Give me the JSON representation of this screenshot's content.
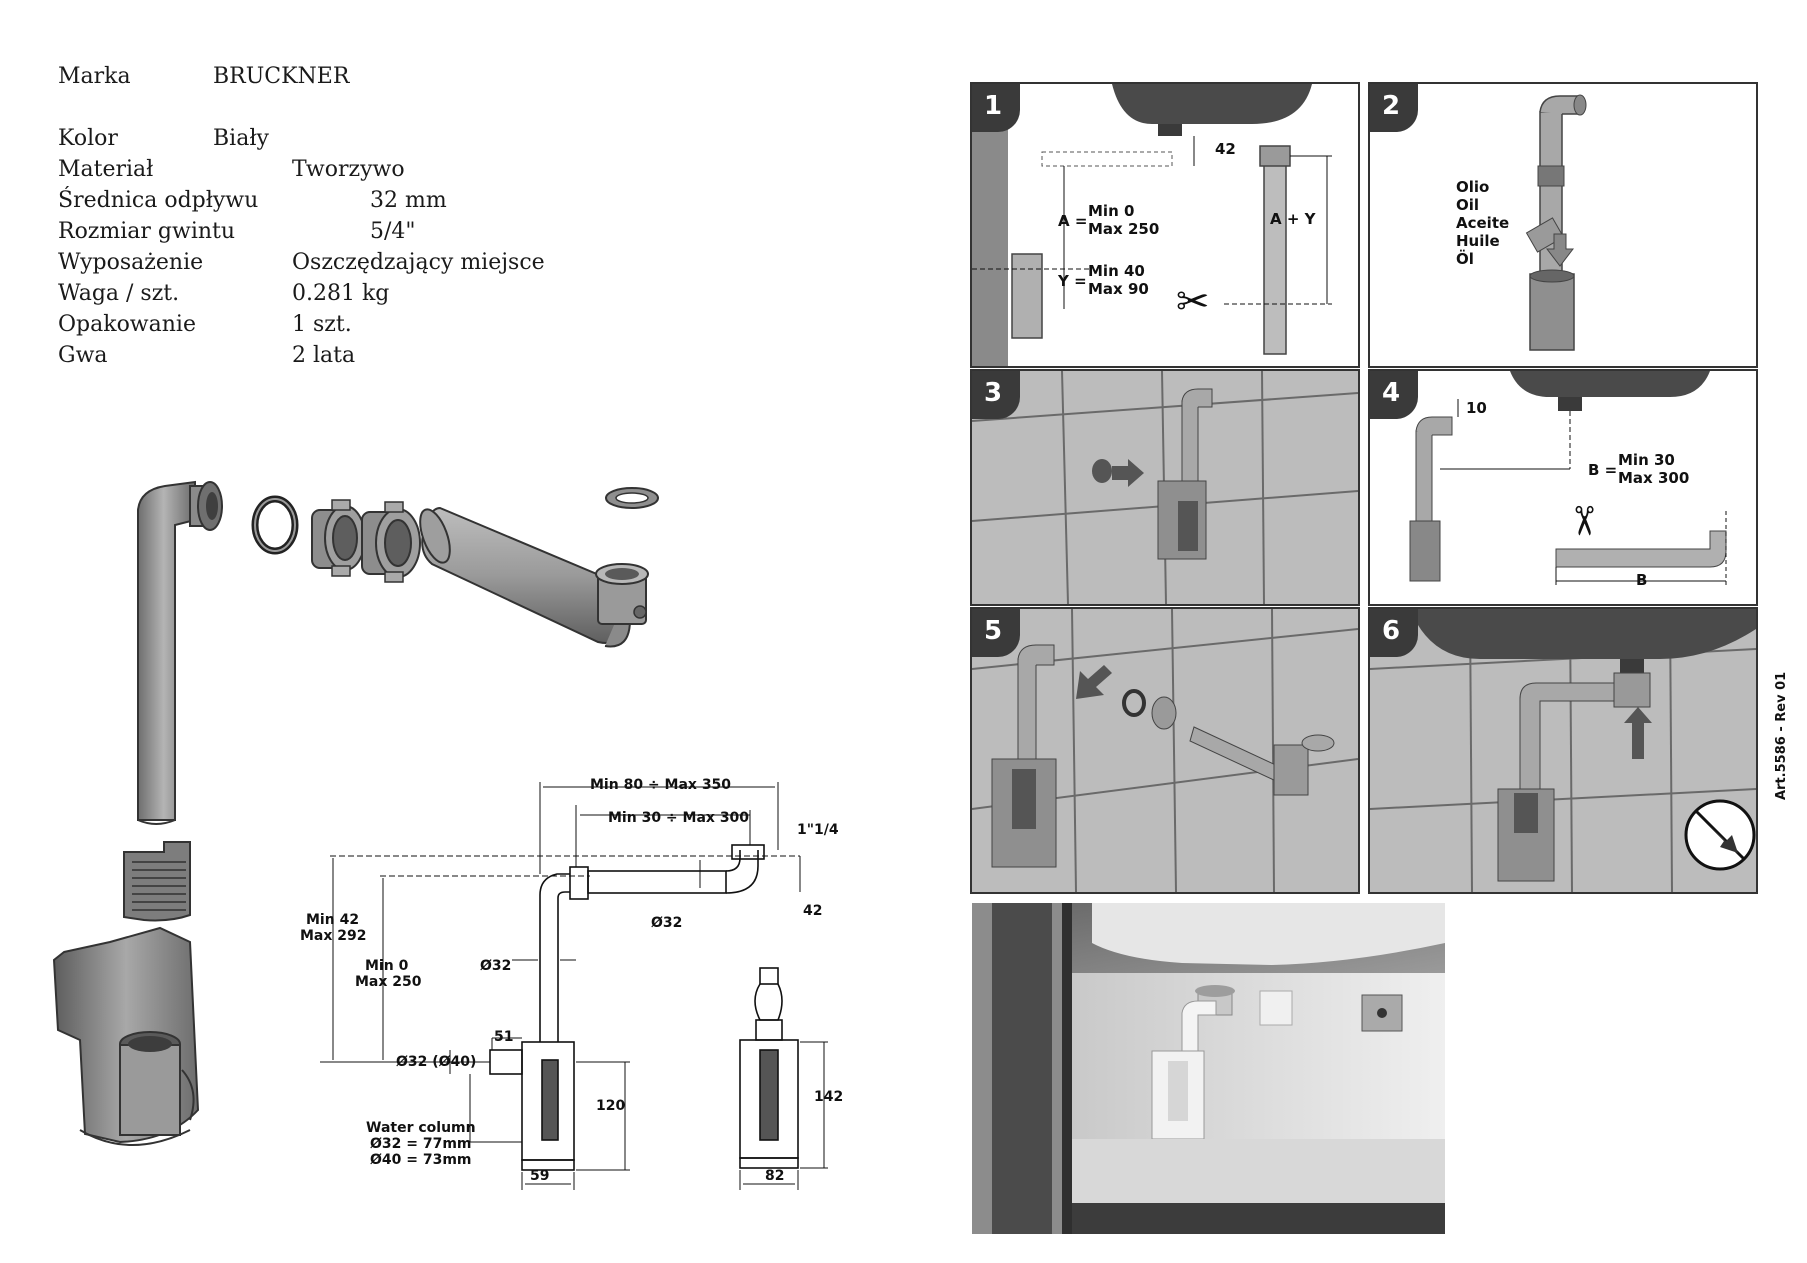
{
  "specs": {
    "brand": {
      "label": "Marka",
      "value": "BRUCKNER"
    },
    "color": {
      "label": "Kolor",
      "value": "Biały"
    },
    "material": {
      "label": "Materiał",
      "value": "Tworzywo"
    },
    "diameter": {
      "label": "Średnica odpływu",
      "value": "32 mm"
    },
    "thread": {
      "label": "Rozmiar gwintu",
      "value": "5/4\""
    },
    "equipment": {
      "label": "Wyposażenie",
      "value": "Oszczędzający miejsce"
    },
    "weight": {
      "label": "Waga / szt.",
      "value": "0.281 kg"
    },
    "packaging": {
      "label": "Opakowanie",
      "value": "1 szt."
    },
    "warranty": {
      "label": "Gwa",
      "value": "2 lata"
    }
  },
  "drawing": {
    "top_dim": "Min 80 ÷  Max 350",
    "second_dim": "Min 30 ÷  Max 300",
    "thread_dim": "1\"1/4",
    "left_dim_1": "Min 42",
    "left_dim_2": "Max 292",
    "mid_dim_1": "Min 0",
    "mid_dim_2": "Max 250",
    "d32_pipe": "Ø32",
    "d32_vertical": "Ø32",
    "d42": "42",
    "d51": "51",
    "d32_40": "Ø32 (Ø40)",
    "d120": "120",
    "d142": "142",
    "d59": "59",
    "d82": "82",
    "water_title": "Water column",
    "water_32": "Ø32 = 77mm",
    "water_40": "Ø40 = 73mm"
  },
  "panels": {
    "p1": {
      "num": "1",
      "a_label": "A =",
      "a_min": "Min 0",
      "a_max": "Max 250",
      "y_label": "Y =",
      "y_min": "Min 40",
      "y_max": "Max 90",
      "dim42": "42",
      "a_plus_y": "A + Y"
    },
    "p2": {
      "num": "2",
      "oil": [
        "Olio",
        "Oil",
        "Aceite",
        "Huile",
        "Öl"
      ]
    },
    "p3": {
      "num": "3"
    },
    "p4": {
      "num": "4",
      "dim10": "10",
      "b_label": "B =",
      "b_min": "Min 30",
      "b_max": "Max 300",
      "b_bottom": "B"
    },
    "p5": {
      "num": "5"
    },
    "p6": {
      "num": "6"
    }
  },
  "art_code": "Art.5586 - Rev 01",
  "colors": {
    "panel_tile": "#bcbcbc",
    "sink": "#4a4a4a",
    "pipe": "#8c8c8c",
    "badge": "#3a3a3a"
  }
}
